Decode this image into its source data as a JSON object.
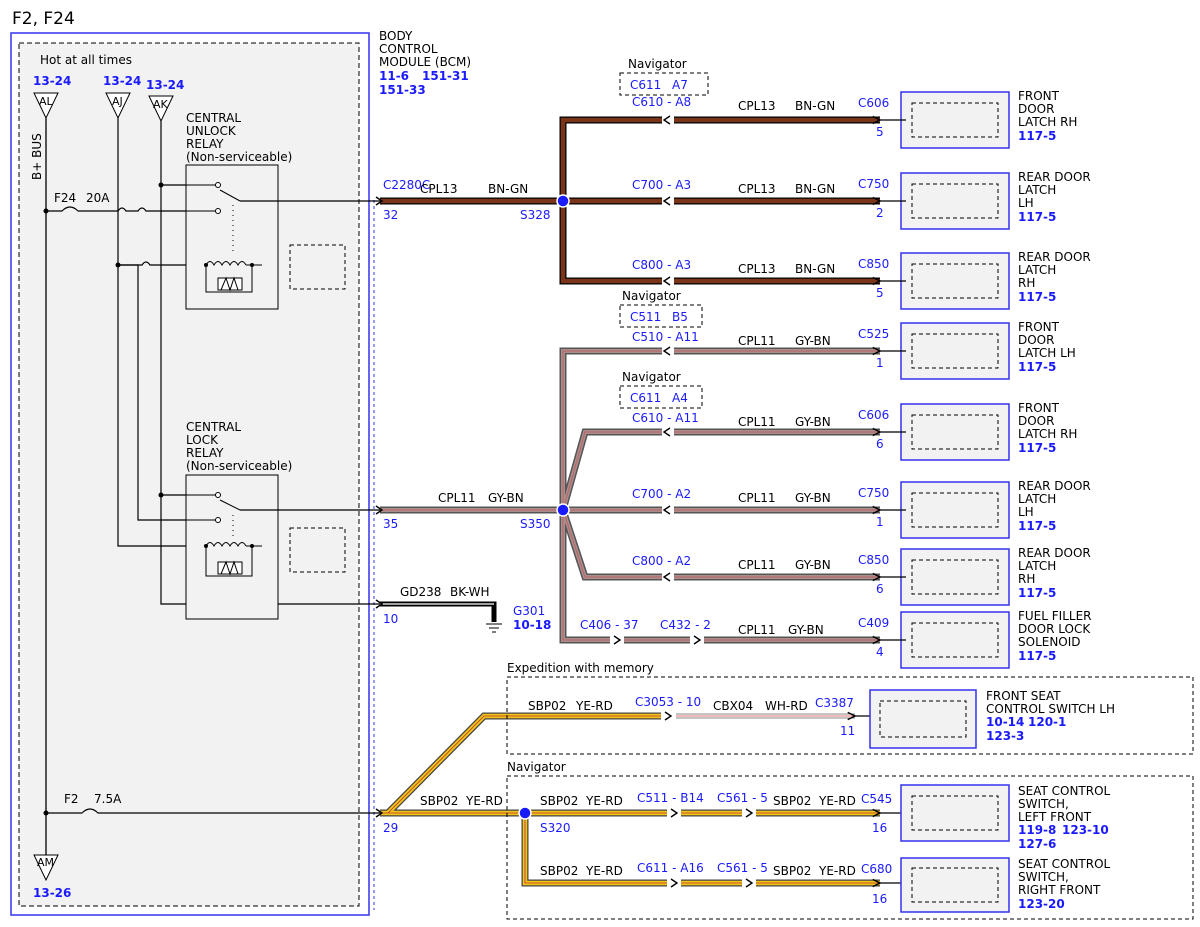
{
  "page_title": "F2, F24",
  "left": {
    "hot": "Hot at all times",
    "bplus": "B+ BUS",
    "al": {
      "ref": "13-24",
      "label": "AL"
    },
    "aj": {
      "ref": "13-24",
      "label": "AJ"
    },
    "ak": {
      "ref": "13-24",
      "label": "AK"
    },
    "am": {
      "ref": "13-26",
      "label": "AM"
    },
    "f24": "F24",
    "f24_amp": "20A",
    "f2": "F2",
    "f2_amp": "7.5A",
    "unlock_relay": [
      "CENTRAL",
      "UNLOCK",
      "RELAY",
      "(Non-serviceable)"
    ],
    "lock_relay": [
      "CENTRAL",
      "LOCK",
      "RELAY",
      "(Non-serviceable)"
    ]
  },
  "bcm": {
    "lines": [
      "BODY",
      "CONTROL",
      "MODULE (BCM)"
    ],
    "ref1": "11-6",
    "ref2": "151-31",
    "ref3": "151-33"
  },
  "c2280c": "C2280C",
  "pins": {
    "p32": "32",
    "p35": "35",
    "p10": "10",
    "p29": "29"
  },
  "splices": {
    "s328": "S328",
    "s350": "S350",
    "s320": "S320"
  },
  "wires": {
    "cpl13": "CPL13",
    "bngn": "BN-GN",
    "cpl11": "CPL11",
    "gybn": "GY-BN",
    "gd238": "GD238",
    "bkwh": "BK-WH",
    "sbp02": "SBP02",
    "yerd": "YE-RD",
    "cbx04": "CBX04",
    "whrd": "WH-RD"
  },
  "g301": {
    "label": "G301",
    "ref": "10-18"
  },
  "navigator": "Navigator",
  "nav_boxes": [
    {
      "conn": "C611",
      "pin": "A7"
    },
    {
      "conn": "C511",
      "pin": "B5"
    },
    {
      "conn": "C611",
      "pin": "A4"
    }
  ],
  "inline": {
    "c610_a8": "C610 - A8",
    "c700_a3": "C700 - A3",
    "c800_a3": "C800 - A3",
    "c510_a11": "C510 - A11",
    "c610_a11": "C610 - A11",
    "c700_a2": "C700 - A2",
    "c800_a2": "C800 - A2",
    "c406_37": "C406 - 37",
    "c432_2": "C432 - 2",
    "c3053_10": "C3053 - 10",
    "c511_b14": "C511 - B14",
    "c561_5": "C561 - 5",
    "c611_a16": "C611 - A16"
  },
  "components": [
    {
      "conn": "C606",
      "pin": "5",
      "lines": [
        "FRONT",
        "DOOR",
        "LATCH RH"
      ],
      "ref": "117-5"
    },
    {
      "conn": "C750",
      "pin": "2",
      "lines": [
        "REAR DOOR",
        "LATCH",
        "LH"
      ],
      "ref": "117-5"
    },
    {
      "conn": "C850",
      "pin": "5",
      "lines": [
        "REAR DOOR",
        "LATCH",
        "RH"
      ],
      "ref": "117-5"
    },
    {
      "conn": "C525",
      "pin": "1",
      "lines": [
        "FRONT",
        "DOOR",
        "LATCH LH"
      ],
      "ref": "117-5"
    },
    {
      "conn": "C606",
      "pin": "6",
      "lines": [
        "FRONT",
        "DOOR",
        "LATCH RH"
      ],
      "ref": "117-5"
    },
    {
      "conn": "C750",
      "pin": "1",
      "lines": [
        "REAR DOOR",
        "LATCH",
        "LH"
      ],
      "ref": "117-5"
    },
    {
      "conn": "C850",
      "pin": "6",
      "lines": [
        "REAR DOOR",
        "LATCH",
        "RH"
      ],
      "ref": "117-5"
    },
    {
      "conn": "C409",
      "pin": "4",
      "lines": [
        "FUEL FILLER",
        "DOOR LOCK",
        "SOLENOID"
      ],
      "ref": "117-5"
    }
  ],
  "exp_label": "Expedition with memory",
  "nav_label2": "Navigator",
  "seat": {
    "fs": {
      "conn": "C3387",
      "pin": "11",
      "lines": [
        "FRONT SEAT",
        "CONTROL SWITCH LH"
      ],
      "ref1": "10-14",
      "ref2": "120-1",
      "ref3": "123-3"
    },
    "lf": {
      "conn": "C545",
      "pin": "16",
      "lines": [
        "SEAT CONTROL",
        "SWITCH,",
        "LEFT FRONT"
      ],
      "ref1": "119-8",
      "ref2": "123-10",
      "ref3": "127-6"
    },
    "rf": {
      "conn": "C680",
      "pin": "16",
      "lines": [
        "SEAT CONTROL",
        "SWITCH,",
        "RIGHT FRONT"
      ],
      "ref1": "123-20"
    }
  }
}
